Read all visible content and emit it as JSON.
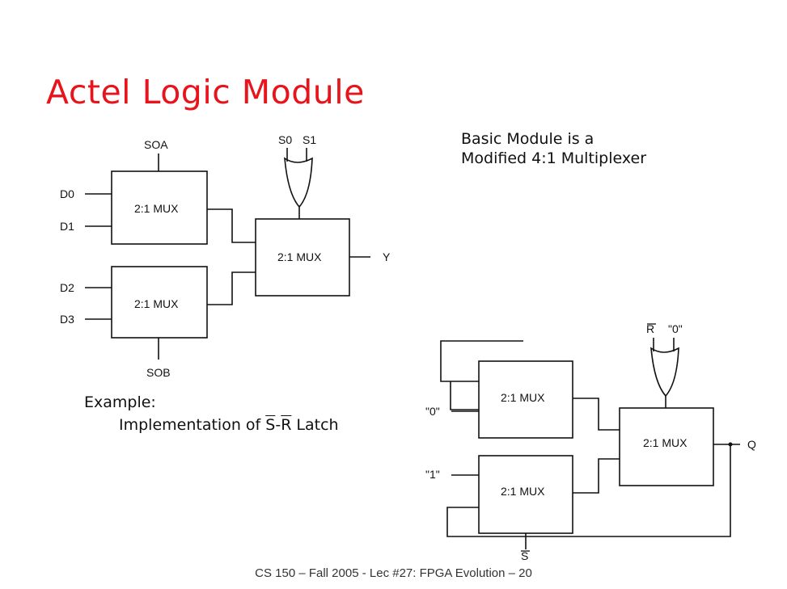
{
  "title": "Actel Logic Module",
  "description": [
    "Basic Module is a",
    "Modified 4:1 Multiplexer"
  ],
  "example": {
    "label": "Example:",
    "prefix": "Implementation of ",
    "s_label": "S",
    "dash": "-",
    "r_label": "R",
    "suffix": " Latch"
  },
  "footer": "CS 150 – Fall 2005 - Lec #27: FPGA Evolution – 20",
  "module_diagram": {
    "mux_label": "2:1 MUX",
    "inputs": [
      "D0",
      "D1",
      "D2",
      "D3"
    ],
    "select_a": "SOA",
    "select_b": "SOB",
    "select_s0": "S0",
    "select_s1": "S1",
    "output": "Y"
  },
  "latch_diagram": {
    "mux_label": "2:1 MUX",
    "const0": "\"0\"",
    "const1": "\"1\"",
    "r_bar": "R",
    "or_zero": "\"0\"",
    "s_bar": "S",
    "output": "Q"
  }
}
